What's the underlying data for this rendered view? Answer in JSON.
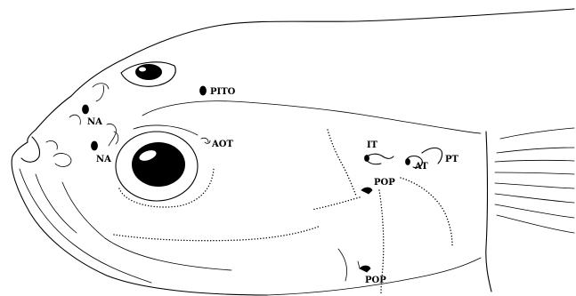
{
  "figure": {
    "labels": {
      "pito": "PITO",
      "na_upper": "NA",
      "na_lower": "NA",
      "aot": "AOT",
      "it": "IT",
      "at": "AT",
      "pt": "PT",
      "pop_upper": "POP",
      "pop_lower": "POP"
    }
  }
}
